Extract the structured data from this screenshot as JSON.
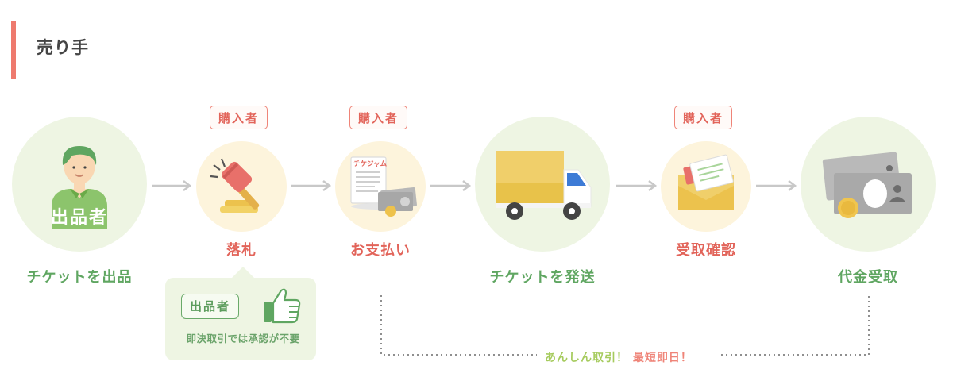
{
  "section": {
    "title": "売り手"
  },
  "badges": {
    "buyer_label": "購入者"
  },
  "steps": [
    {
      "label": "チケットを出品",
      "icon": "seller-person-icon",
      "person_label": "出品者"
    },
    {
      "label": "落札",
      "icon": "gavel-icon"
    },
    {
      "label": "お支払い",
      "icon": "invoice-payment-icon",
      "receipt_brand": "チケジャム"
    },
    {
      "label": "チケットを発送",
      "icon": "delivery-truck-icon"
    },
    {
      "label": "受取確認",
      "icon": "envelope-ticket-icon"
    },
    {
      "label": "代金受取",
      "icon": "cash-icon"
    }
  ],
  "callout": {
    "badge": "出品者",
    "text": "即決取引では承認が不要",
    "icon": "thumbs-up-icon"
  },
  "fast_track": {
    "label": "あんしん取引！",
    "emphasis": "最短即日！"
  },
  "colors": {
    "accent": "#ee7a6e",
    "green": "#5fa661",
    "red": "#e2645a",
    "circle_green": "#eef5e3",
    "circle_yellow": "#fdf4dc"
  }
}
